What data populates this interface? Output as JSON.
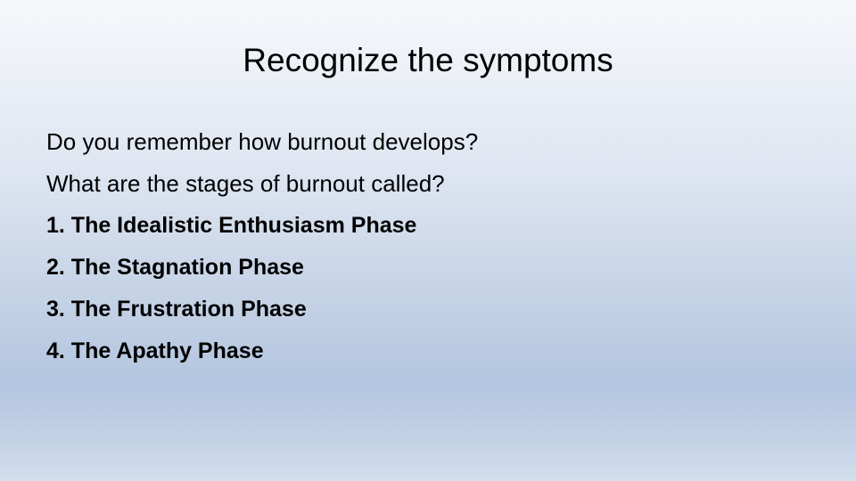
{
  "slide": {
    "title": "Recognize the symptoms",
    "lines": [
      "Do you remember how burnout develops?",
      "What are the stages of burnout called?"
    ],
    "stages": [
      "1. The Idealistic Enthusiasm Phase",
      "2. The Stagnation Phase",
      "3. The Frustration Phase",
      "4. The Apathy Phase"
    ]
  }
}
